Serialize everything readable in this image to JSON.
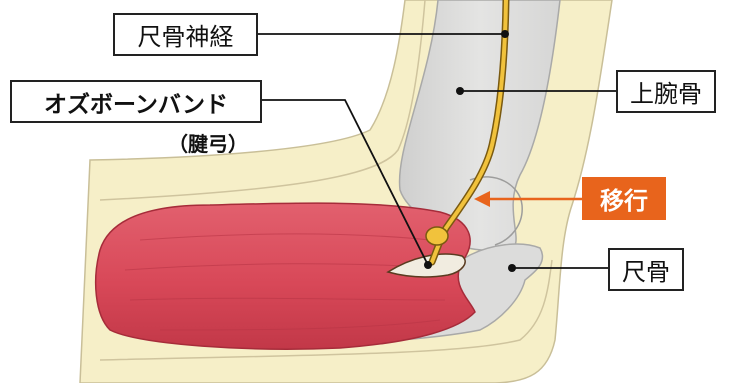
{
  "labels": {
    "ulnar_nerve": "尺骨神経",
    "humerus": "上腕骨",
    "osborne_band": "オズボーンバンド",
    "osborne_band_sub": "（腱弓）",
    "migration": "移行",
    "ulna": "尺骨"
  },
  "colors": {
    "bone": "#d9d9d8",
    "skin": "#f6efc8",
    "muscle": "#dc4d5d",
    "nerve": "#e8a21c",
    "accent": "#e8641c"
  }
}
